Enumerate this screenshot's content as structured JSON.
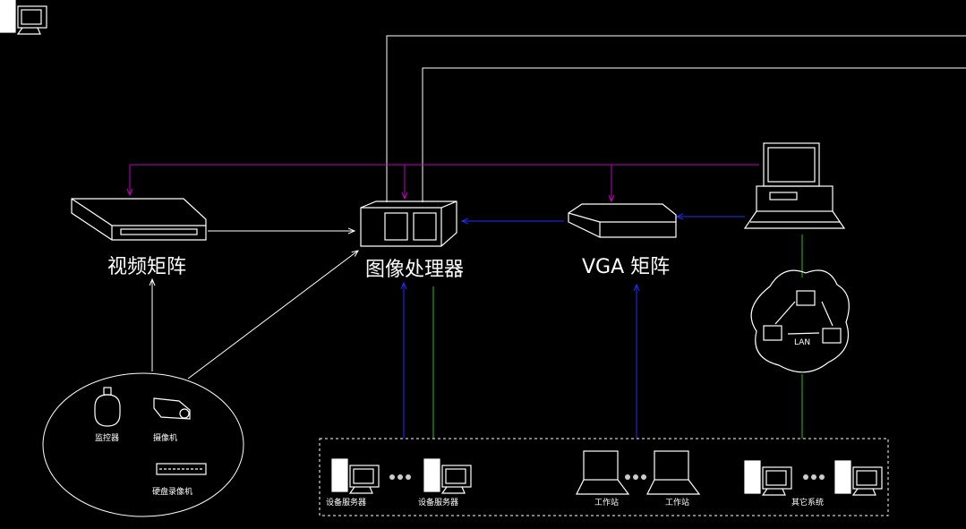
{
  "nodes": {
    "video_matrix": "视频矩阵",
    "image_processor": "图像处理器",
    "vga_matrix": "VGA 矩阵",
    "dome_camera": "监控器",
    "box_camera": "摄像机",
    "dvr": "硬盘录像机",
    "lan": "LAN",
    "device_server_1": "设备服务器",
    "device_server_2": "设备服务器",
    "workstation_1": "工作站",
    "workstation_2": "工作站",
    "other_systems": "其它系统"
  },
  "colors": {
    "background": "#000000",
    "control_line": "#c000c0",
    "vga_signal": "#2030ff",
    "network": "#20c020",
    "video_line": "#ffffff"
  }
}
